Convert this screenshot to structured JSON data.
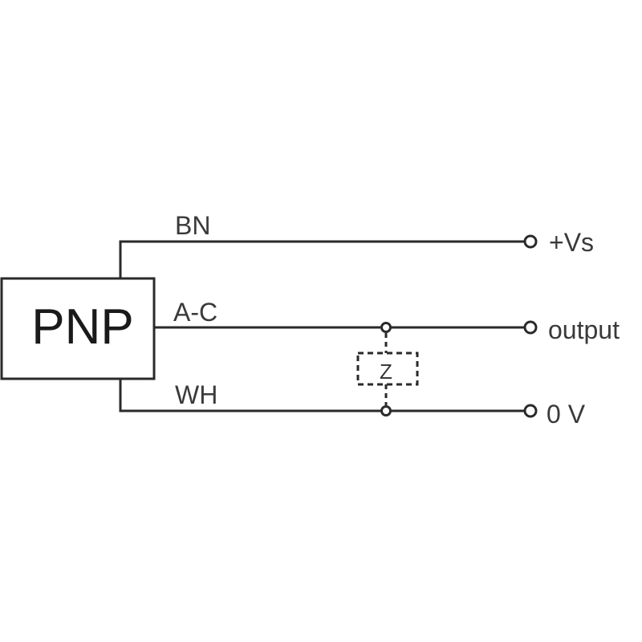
{
  "diagram": {
    "device": {
      "label": "PNP"
    },
    "wires": [
      {
        "id": "bn",
        "label": "BN",
        "terminal": "+Vs"
      },
      {
        "id": "ac",
        "label": "A-C",
        "terminal": "output"
      },
      {
        "id": "wh",
        "label": "WH",
        "terminal": "0 V"
      }
    ],
    "load": {
      "label": "Z"
    }
  }
}
